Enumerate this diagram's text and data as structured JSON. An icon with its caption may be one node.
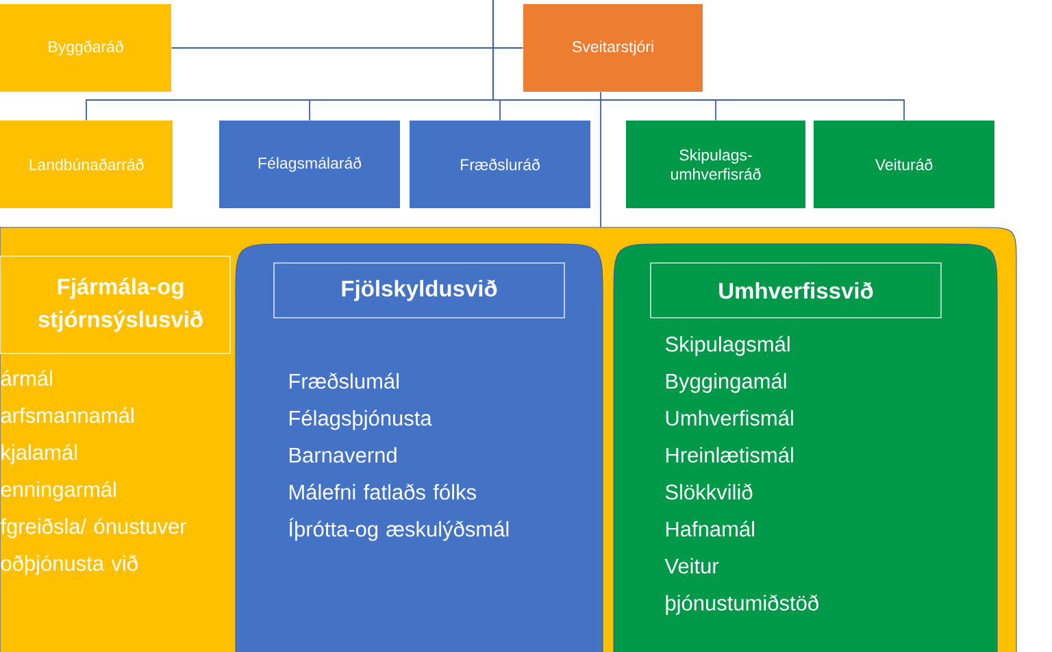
{
  "diagram": {
    "nodes": [
      {
        "text": [
          "Byggðaráð"
        ]
      },
      {
        "text": [
          "Sveitarstjóri"
        ]
      },
      {
        "text": [
          "Landbúnaðarráð"
        ]
      },
      {
        "text": [
          "Félagsmálaráð"
        ]
      },
      {
        "text": [
          "Fræðsluráð"
        ]
      },
      {
        "text": [
          "Skipulags-umhverfisráð"
        ]
      },
      {
        "text": [
          "Veituráð"
        ]
      },
      {
        "text": [
          "Fjármála-og stjórnsýslusvið",
          "ármál",
          "arfsmannamál",
          "kjalamál",
          "enningarmál",
          "fgreiðsla/ ónustuver",
          "oðþjónusta við"
        ]
      },
      {
        "text": [
          "Fjölskyldusvið",
          "Fræðslumál",
          "Félagsþjónusta",
          "Barnavernd",
          "Málefni fatlaðs fólks",
          "Íþrótta-og æskulýðsmál"
        ],
        "in": 7
      },
      {
        "text": [
          "Umhverfissvið",
          "Skipulagsmál",
          "Byggingamál",
          "Umhverfismál",
          "Hreinlætismál",
          "Slökkvilið",
          "Hafnamál",
          "Veitur",
          "þjónustumiðstöð"
        ],
        "in": 7
      }
    ],
    "edges": [
      {
        "from": 0,
        "to": 1,
        "arrow": "none"
      },
      {
        "from": null,
        "to": 2,
        "arrow": "none"
      },
      {
        "from": null,
        "to": 3,
        "arrow": "none"
      },
      {
        "from": null,
        "to": 4,
        "arrow": "none"
      },
      {
        "from": null,
        "to": 5,
        "arrow": "none"
      },
      {
        "from": null,
        "to": 6,
        "arrow": "none"
      },
      {
        "from": 1,
        "to": 7,
        "arrow": "none"
      }
    ]
  }
}
